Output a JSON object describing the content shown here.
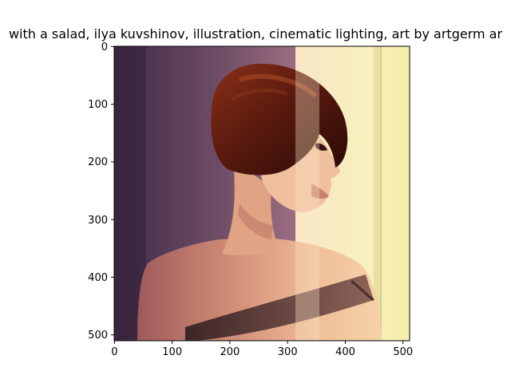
{
  "title": "with a salad, ilya kuvshinov, illustration, cinematic lighting, art by artgerm ar",
  "image": {
    "subject": "illustrated portrait of a young woman with short auburn bob hair, bare shoulders, looking out a bright window",
    "palette": {
      "wall_dark": "#3f2a45",
      "wall_mid": "#9a6a7a",
      "window_light": "#f6eeb4",
      "hair": "#5e1e10",
      "skin": "#e0a484",
      "garment": "#6e4a44"
    }
  },
  "axes": {
    "x_ticks": [
      "0",
      "100",
      "200",
      "300",
      "400",
      "500"
    ],
    "y_ticks": [
      "0",
      "100",
      "200",
      "300",
      "400",
      "500"
    ],
    "x_range": [
      0,
      512
    ],
    "y_range": [
      0,
      512
    ]
  }
}
